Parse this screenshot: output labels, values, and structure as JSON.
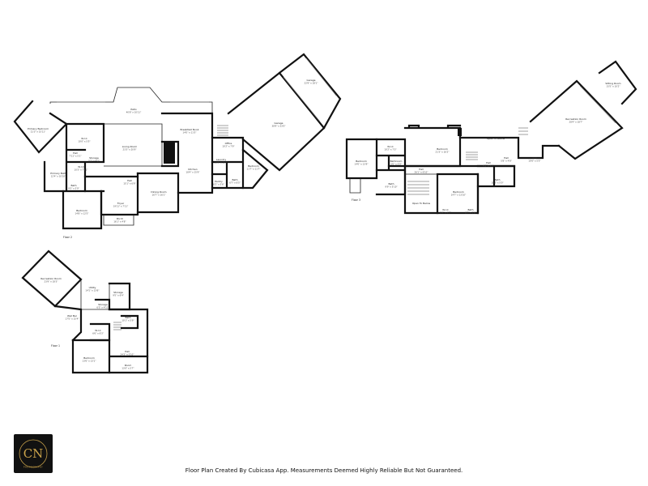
{
  "footer": {
    "note": "Floor Plan Created By Cubicasa App. Measurements Deemed Highly Reliable But Not Guaranteed."
  },
  "logo": {
    "letters": "CN",
    "ring_text": "PHOTOGRAPHY",
    "gold": "#c9a24a",
    "background": "#111111"
  },
  "floors": {
    "floor2": {
      "label": "Floor 2"
    },
    "floor3": {
      "label": "Floor 3"
    },
    "floor1": {
      "label": "Floor 1"
    }
  },
  "rooms": {
    "f2_patio": {
      "name": "Patio",
      "dim": "40'8\" x 10'11\""
    },
    "f2_primary_bedroom": {
      "name": "Primary Bedroom",
      "dim": "21'3\" x 15'11\""
    },
    "f2_wic1": {
      "name": "W.I.C",
      "dim": "10'0\" x 5'5\""
    },
    "f2_hall1": {
      "name": "Hall",
      "dim": "7'11\" x 5'1\""
    },
    "f2_primary_bath": {
      "name": "Primary Bath",
      "dim": "12'4\" x 10'10\""
    },
    "f2_bath1": {
      "name": "Bath",
      "dim": "9'3\" x 5'9\""
    },
    "f2_storage1": {
      "name": "Storage",
      "dim": "5'1\" x 4'2\""
    },
    "f2_wic2": {
      "name": "W.I.C",
      "dim": "10'3\" x 7'11\""
    },
    "f2_living_room": {
      "name": "Living Room",
      "dim": "23'3\" x 20'9\""
    },
    "f2_hall2": {
      "name": "Hall",
      "dim": "15'1\" x 6'9\""
    },
    "f2_bedroom1": {
      "name": "Bedroom",
      "dim": "14'8\" x 12'5\""
    },
    "f2_foyer": {
      "name": "Foyer",
      "dim": "19'11\" x 7'11\""
    },
    "f2_porch": {
      "name": "Porch",
      "dim": "16'1\" x 4'8\""
    },
    "f2_dining_room": {
      "name": "Dining Room",
      "dim": "16'7\" x 16'1\""
    },
    "f2_breakfast_nook": {
      "name": "Breakfast Nook",
      "dim": "14'0\" x 11'5\""
    },
    "f2_kitchen": {
      "name": "Kitchen",
      "dim": "18'4\" x 15'9\""
    },
    "f2_office": {
      "name": "Office",
      "dim": "10'2\" x 7'9\""
    },
    "f2_laundry": {
      "name": "Laundry",
      "dim": "10'9\" x 10'1\""
    },
    "f2_pantry": {
      "name": "Pantry",
      "dim": "6'2\" x 5'6\""
    },
    "f2_bath2": {
      "name": "Bath",
      "dim": "6'7\" x 6'5\""
    },
    "f2_bedroom2": {
      "name": "Bedroom",
      "dim": "11'7\" x 11'7\""
    },
    "f2_garage1": {
      "name": "Garage",
      "dim": "38'9\" x 23'0\""
    },
    "f2_garage2": {
      "name": "Garage",
      "dim": "22'9\" x 18'1\""
    },
    "f3_bedroom1": {
      "name": "Bedroom",
      "dim": "14'0\" x 13'9\""
    },
    "f3_wic": {
      "name": "W.I.C",
      "dim": "10'2\" x 7'3\""
    },
    "f3_bath1": {
      "name": "Bath",
      "dim": "9'9\" x 5'10\""
    },
    "f3_bathroom": {
      "name": "Bathroom",
      "dim": "5'0\" x 5'0\""
    },
    "f3_bedroom2": {
      "name": "Bedroom",
      "dim": "21'3\" x 16'2\""
    },
    "f3_hall1": {
      "name": "Hall",
      "dim": "26'1\" x 6'10\""
    },
    "f3_open_to_below1": {
      "name": "Open To Below",
      "dim": ""
    },
    "f3_open_to_below2": {
      "name": "Open To Below",
      "dim": ""
    },
    "f3_bedroom3": {
      "name": "Bedroom",
      "dim": "14'7\" x 13'10\""
    },
    "f3_hall2": {
      "name": "Hall",
      "dim": "4'3\" x 4'0\""
    },
    "f3_wic2": {
      "name": "W.I.C",
      "dim": "5'4\" x 4'7\""
    },
    "f3_bath2": {
      "name": "Bath",
      "dim": "10'2\" x 5'0\""
    },
    "f3_bath3": {
      "name": "Bath",
      "dim": "8'7\" x 5'6\""
    },
    "f3_hall3": {
      "name": "Hall",
      "dim": "5'8\" x 4'8\""
    },
    "f3_hall4": {
      "name": "Hall",
      "dim": "10'6\" x 5'5\""
    },
    "f3_recreation_room": {
      "name": "Recreation Room",
      "dim": "28'4\" x 18'7\""
    },
    "f3_sitting_room": {
      "name": "Sitting Room",
      "dim": "15'5\" x 10'2\""
    },
    "f1_recreation_room": {
      "name": "Recreation Room",
      "dim": "23'9\" x 18'3\""
    },
    "f1_utility": {
      "name": "Utility",
      "dim": "14'1\" x 13'6\""
    },
    "f1_storage1": {
      "name": "Storage",
      "dim": "9'5\" x 6'4\""
    },
    "f1_storage2": {
      "name": "Storage",
      "dim": "6'5\" x 4'11\""
    },
    "f1_wet_bar": {
      "name": "Wet Bar",
      "dim": "17'5\" x 15'4\""
    },
    "f1_bath": {
      "name": "Bath",
      "dim": "10'1\" x 5'9\""
    },
    "f1_wic": {
      "name": "W.I.C",
      "dim": "6'6\" x 6'3\""
    },
    "f1_bedroom": {
      "name": "Bedroom",
      "dim": "13'6\" x 13'1\""
    },
    "f1_hall": {
      "name": "Hall",
      "dim": "24'3\" x 5'10\""
    },
    "f1_room": {
      "name": "Room",
      "dim": "13'0\" x 5'7\""
    }
  }
}
